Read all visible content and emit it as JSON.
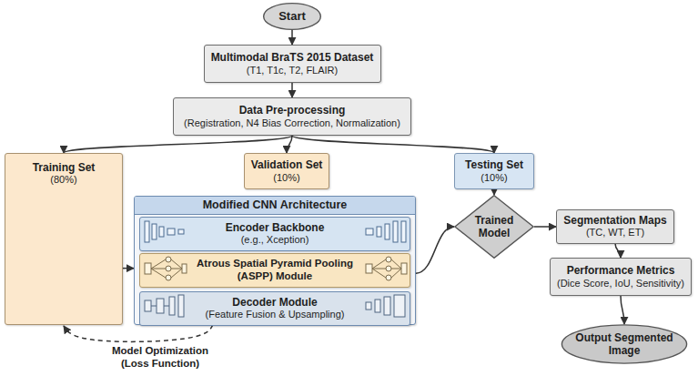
{
  "diagram": {
    "nodes": [
      {
        "text": [
          "Start"
        ]
      },
      {
        "text": [
          "Multimodal BraTS 2015 Dataset",
          "(T1, T1c, T2, FLAIR)"
        ]
      },
      {
        "text": [
          "Data Pre-processing",
          "(Registration, N4 Bias Correction, Normalization)"
        ]
      },
      {
        "text": [
          "Training Set",
          "(80%)"
        ]
      },
      {
        "text": [
          "Validation Set",
          "(10%)"
        ]
      },
      {
        "text": [
          "Testing Set",
          "(10%)"
        ]
      },
      {
        "text": [
          "Modified CNN Architecture"
        ]
      },
      {
        "text": [
          "Encoder Backbone",
          "(e.g., Xception)"
        ],
        "in": 6
      },
      {
        "text": [
          "Atrous Spatial Pyramid Pooling (ASPP) Module"
        ],
        "in": 6
      },
      {
        "text": [
          "Decoder Module",
          "(Feature Fusion & Upsampling)"
        ],
        "in": 6
      },
      {
        "text": [
          "Trained Model"
        ]
      },
      {
        "text": [
          "Segmentation Maps",
          "(TC, WT, ET)"
        ]
      },
      {
        "text": [
          "Performance Metrics",
          "(Dice Score, IoU, Sensitivity)"
        ]
      },
      {
        "text": [
          "Output Segmented Image"
        ]
      }
    ],
    "edges": [
      {
        "from": 0,
        "to": 1,
        "arrow": "to"
      },
      {
        "from": 1,
        "to": 2,
        "arrow": "to"
      },
      {
        "from": 2,
        "to": 3,
        "arrow": "to"
      },
      {
        "from": 2,
        "to": 4,
        "arrow": "to"
      },
      {
        "from": 2,
        "to": 5,
        "arrow": "to"
      },
      {
        "from": 3,
        "to": 6,
        "arrow": "to"
      },
      {
        "from": 6,
        "to": 10,
        "arrow": "to"
      },
      {
        "from": 5,
        "to": 10,
        "arrow": "to"
      },
      {
        "from": 10,
        "to": 11,
        "arrow": "to"
      },
      {
        "from": 11,
        "to": 12,
        "arrow": "to"
      },
      {
        "from": 12,
        "to": 13,
        "arrow": "to"
      },
      {
        "from": 6,
        "to": 3,
        "label": "Model Optimization (Loss Function)",
        "arrow": "to"
      }
    ]
  }
}
